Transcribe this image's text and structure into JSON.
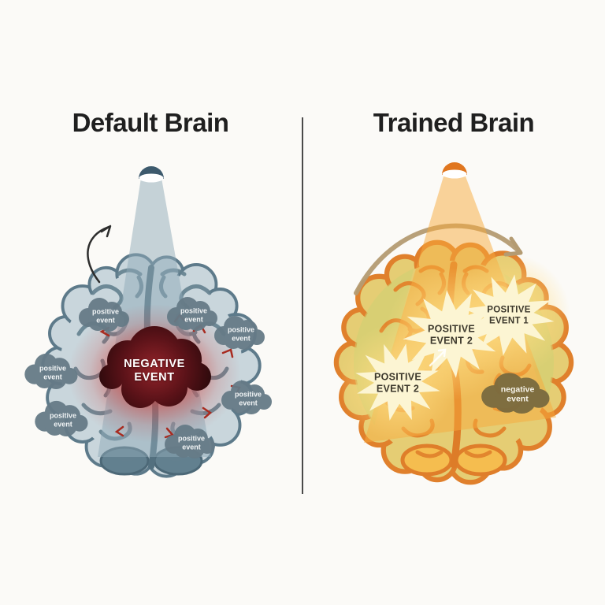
{
  "canvas": {
    "background_color": "#fbfaf7",
    "divider_color": "#4a4a4a"
  },
  "left_panel": {
    "title": "Default Brain",
    "negative_event": {
      "label": "NEGATIVE\nEVENT"
    },
    "positive_events": [
      {
        "label": "positive\nevent"
      },
      {
        "label": "positive\nevent"
      },
      {
        "label": "positive\nevent"
      },
      {
        "label": "positive\nevent"
      },
      {
        "label": "positive\nevent"
      },
      {
        "label": "positive\nevent"
      },
      {
        "label": "positive\nevent"
      }
    ],
    "icons": {
      "lamp": "spotlight-icon",
      "arrow": "curved-arrow-up-icon"
    },
    "colors": {
      "brain_fill": "#c9d6dc",
      "brain_outline": "#5d7a8a",
      "gyri": "#64818f",
      "beam": "#8fa9b8",
      "lamp": "#3d5a6d",
      "positive_cloud": "#667b87",
      "negative_glow": "#d93a30",
      "arrow": "#2d2d2d"
    }
  },
  "right_panel": {
    "title": "Trained Brain",
    "positive_events": [
      {
        "label": "POSITIVE\nEVENT 1"
      },
      {
        "label": "POSITIVE\nEVENT 2"
      },
      {
        "label": "POSITIVE\nEVENT 2"
      }
    ],
    "negative_event": {
      "label": "negative\nevent"
    },
    "icons": {
      "lamp": "spotlight-icon",
      "arrow": "curved-arrow-down-icon"
    },
    "colors": {
      "brain_fill": "#e5cd74",
      "brain_outline": "#e0802c",
      "gyri": "#e2862e",
      "flank": "#ced173",
      "beam": "#f7a93b",
      "lamp": "#e0761f",
      "burst": "#fcf5d3",
      "negative_cloud": "#77693f",
      "arrow": "#b49b72"
    }
  }
}
